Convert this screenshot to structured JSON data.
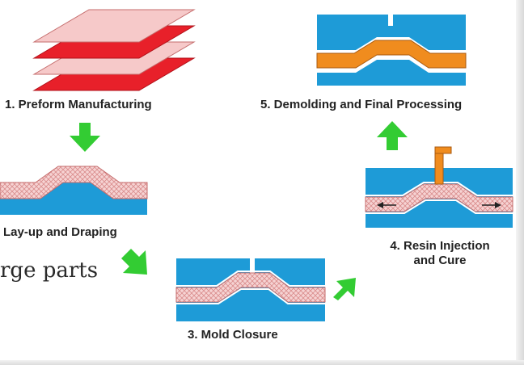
{
  "steps": {
    "s1": "1. Preform Manufacturing",
    "s2": "Lay-up and Draping",
    "s3": "3. Mold Closure",
    "s4_line1": "4. Resin Injection",
    "s4_line2": "and Cure",
    "s5": "5. Demolding and Final Processing"
  },
  "overlay_text": "rge parts",
  "colors": {
    "mold_blue": "#1e9bd7",
    "preform_pink": "#f3c8c8",
    "ply_red": "#e8202a",
    "ply_light": "#f6c9c9",
    "arrow_green": "#33cc33",
    "resin_orange": "#f08c1e"
  }
}
